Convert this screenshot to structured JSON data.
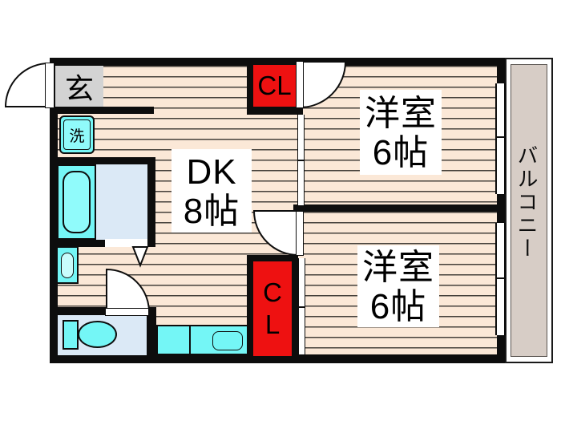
{
  "floorplan": {
    "entrance": {
      "label": "玄"
    },
    "washer": {
      "label": "洗"
    },
    "dining_kitchen": {
      "name": "DK",
      "size": "8帖"
    },
    "western_room_upper": {
      "name": "洋室",
      "size": "6帖"
    },
    "western_room_lower": {
      "name": "洋室",
      "size": "6帖"
    },
    "closet_upper": {
      "label": "CL"
    },
    "closet_lower": {
      "line1": "C",
      "line2": "L"
    },
    "balcony": {
      "label": "バルコニー"
    }
  },
  "colors": {
    "wall": "#0d0d0d",
    "floor": "#fbe8d7",
    "floor_line": "#46413b",
    "closet_red": "#ee1111",
    "fixture_cyan": "#74f6f6",
    "fixture_cyan_light": "#90fbfb",
    "wet_floor": "#dbe9f6",
    "genkan_gray": "#d3d3d3",
    "balcony_gray": "#d7cdc6"
  }
}
